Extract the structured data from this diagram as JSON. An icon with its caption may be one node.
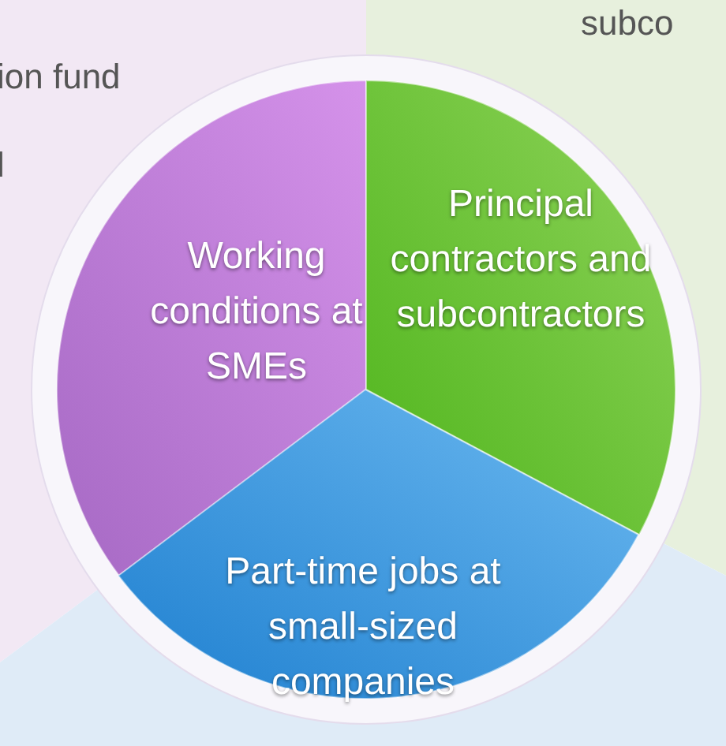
{
  "diagram": {
    "nodes": [
      {
        "text": [
          "Working conditions at SMEs"
        ]
      },
      {
        "text": [
          "Principal contractors and subcontractors"
        ]
      },
      {
        "text": [
          "Part-time jobs at small-sized companies"
        ]
      }
    ],
    "labels": [
      "ion fund",
      "l",
      "subco"
    ]
  }
}
